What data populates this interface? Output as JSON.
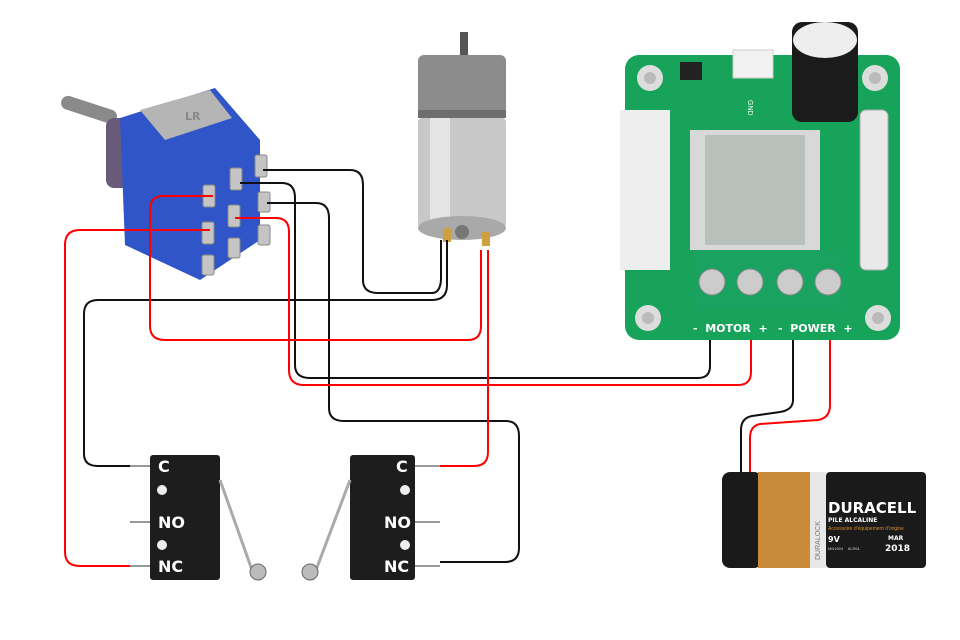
{
  "colors": {
    "wire_black": "#111111",
    "wire_red": "#ff0000",
    "toggle_body": "#2f55c8",
    "pcb": "#17a35a",
    "terminal": "#1aa260",
    "battery_gold": "#c98a3a",
    "battery_black": "#1a1a1a"
  },
  "toggle_switch": {
    "stamp": "LR"
  },
  "driver_board": {
    "terminal_label_motor": "-  MOTOR  +",
    "terminal_label_power": "-  POWER  +",
    "header_label": "GND"
  },
  "battery": {
    "brand": "DURACELL",
    "line1": "PILE ALCALINE",
    "line2": "Accessoire d'équipement d'origine",
    "voltage": "9V",
    "model": "MN1604",
    "code": "6LR61",
    "month": "MAR",
    "year": "2018",
    "side_label": "DURALOCK"
  },
  "microswitch_left": {
    "c": "C",
    "no": "NO",
    "nc": "NC"
  },
  "microswitch_right": {
    "c": "C",
    "no": "NO",
    "nc": "NC"
  }
}
